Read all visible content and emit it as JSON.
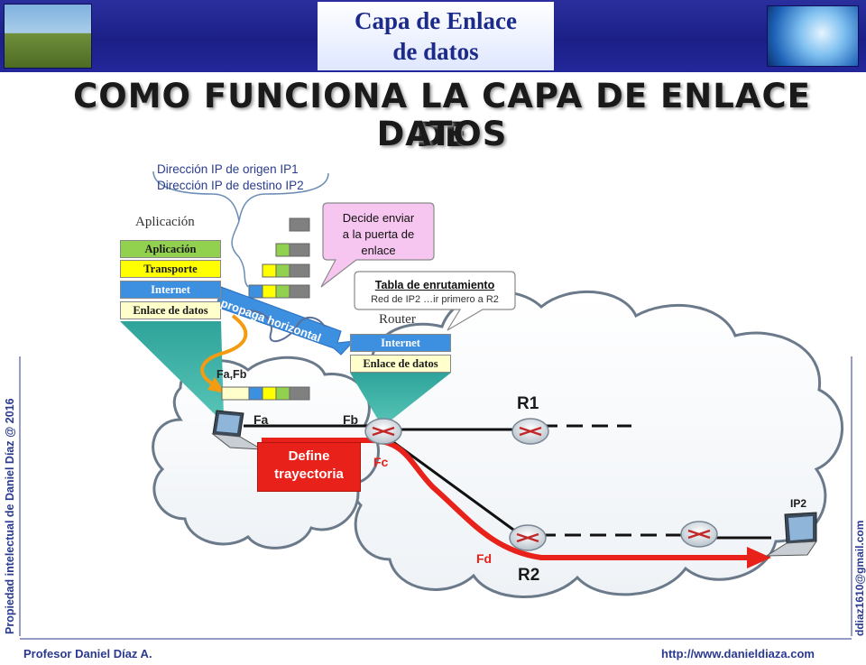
{
  "header": {
    "title_line1": "Capa de Enlace",
    "title_line2": "de datos"
  },
  "heading": {
    "line1": "COMO FUNCIONA LA CAPA DE ENLACE DE",
    "line2": "DATOS"
  },
  "ip_note": {
    "line1": "Dirección IP de origen IP1",
    "line2": "Dirección IP de destino IP2"
  },
  "host": {
    "caption": "Aplicación",
    "layers": [
      "Aplicación",
      "Transporte",
      "Internet",
      "Enlace de datos"
    ]
  },
  "router_stack": {
    "caption": "Router",
    "layers": [
      "Internet",
      "Enlace de datos"
    ]
  },
  "callout_decide": {
    "line1": "Decide enviar",
    "line2": "a la puerta de",
    "line3": "enlace"
  },
  "routing_table": {
    "title": "Tabla de enrutamiento",
    "row": "Red de IP2 …ir primero a R2"
  },
  "propagation_label": "propaga horizontal",
  "frame_label": "Fa,Fb",
  "path_box": {
    "line1": "Define",
    "line2": "trayectoria"
  },
  "link_labels": {
    "fa": "Fa",
    "fb": "Fb",
    "fc": "Fc",
    "fd": "Fd"
  },
  "router_labels": {
    "r1": "R1",
    "r2": "R2"
  },
  "host_ip": "IP2",
  "sidebar": {
    "left": "Propiedad intelectual de Daniel Díaz @ 2016",
    "right": "ddiaz1610@gmail.com"
  },
  "footer": {
    "left": "Profesor Daniel Díaz A.",
    "right": "http://www.danieldiaza.com"
  },
  "colors": {
    "header_blue": "#1b1f86",
    "path_red": "#e8211a",
    "packet_yellow": "#ffff00",
    "packet_green": "#92d050",
    "packet_gray": "#808080",
    "packet_blue": "#3d8fe0",
    "callout_pink": "#f7c6f0",
    "trapezoid_teal": "#3aaea3"
  },
  "icons": [
    "laptop-icon",
    "router-icon",
    "cloud-shape",
    "photo-landscape",
    "photo-abstract"
  ]
}
